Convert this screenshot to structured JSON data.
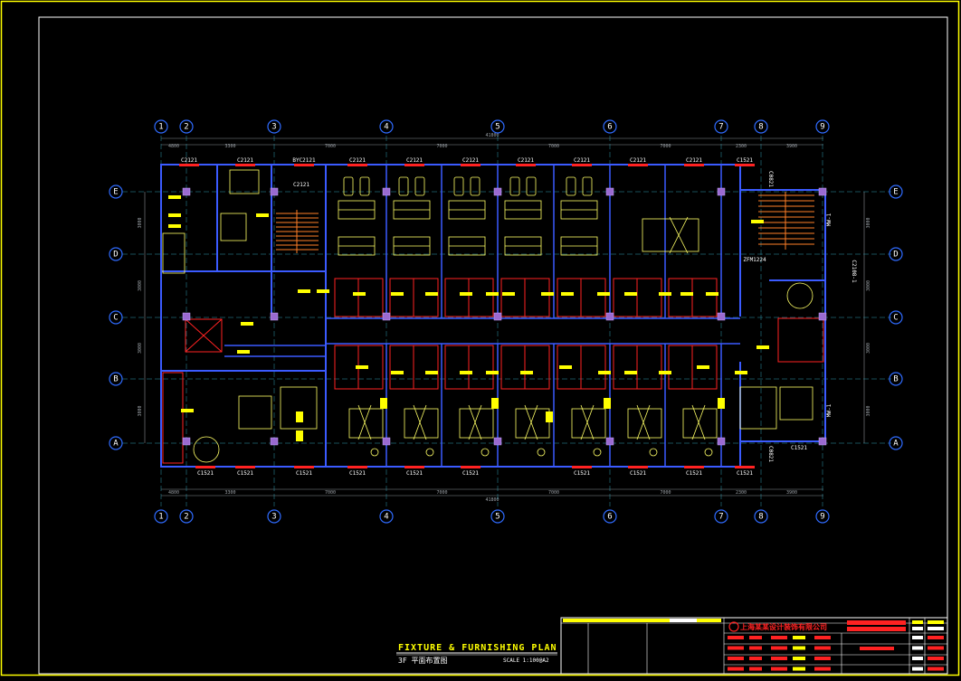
{
  "drawing": {
    "title": "FIXTURE & FURNISHING PLAN",
    "subtitle": "3F 平面布置图",
    "scale": "SCALE 1:100@A2"
  },
  "grid": {
    "columns": [
      "1",
      "2",
      "3",
      "4",
      "5",
      "6",
      "7",
      "8",
      "9"
    ],
    "rows": [
      "E",
      "D",
      "C",
      "B",
      "A"
    ]
  },
  "dimensions": {
    "top": [
      "4800",
      "3300",
      "7000",
      "7000",
      "7000",
      "7000",
      "2300",
      "3900"
    ],
    "overall": "41800",
    "left": [
      "3000",
      "3000",
      "3000",
      "3000"
    ],
    "right": [
      "3000",
      "3000",
      "3000",
      "3000"
    ]
  },
  "windows": {
    "top": [
      "C2121",
      "C2121",
      "BYC2121",
      "C2121",
      "C2121",
      "C2121",
      "C2121",
      "C2121",
      "C2121",
      "C2121",
      "C1521"
    ],
    "inner_top": "C2121",
    "bottom": [
      "C1521",
      "C1521",
      "C1521",
      "C1521",
      "C1521",
      "C1521",
      "C1521",
      "C1521",
      "C1521",
      "C1521"
    ],
    "right_bottom": "C1521",
    "vertical": [
      "C0821",
      "C2108-1",
      "C0821"
    ],
    "fw": "ZFM1224",
    "mw": [
      "MW-1",
      "MW-1"
    ]
  },
  "company": {
    "name": "上海某某设计装饰有限公司"
  },
  "colors": {
    "frame": "#ffff00",
    "wall": "#3b5bff",
    "furniture": "#ffff66",
    "partition": "#ff2222",
    "axis": "#2f6bff",
    "stairs": "#ff7f27"
  }
}
